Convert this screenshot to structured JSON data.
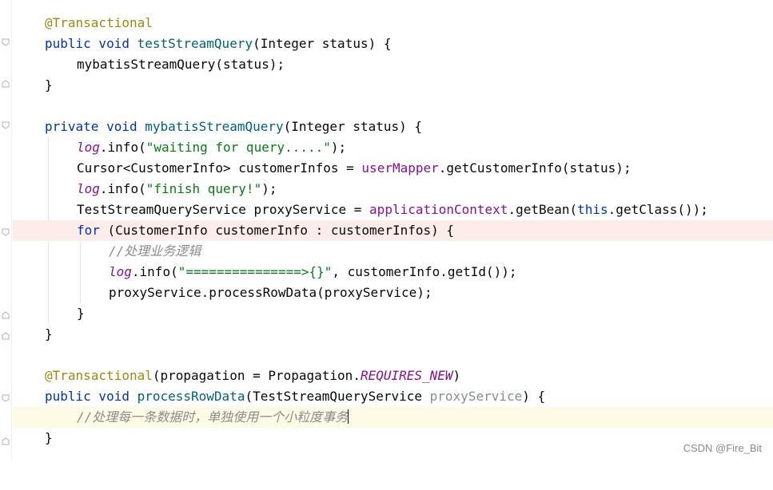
{
  "code_lines": {
    "l1": {
      "ann": "@Transactional"
    },
    "l2": {
      "kw": "public void ",
      "fn": "testStreamQuery",
      "rest": "(Integer status) {"
    },
    "l3": {
      "text": "mybatisStreamQuery(status);"
    },
    "l4": {
      "text": "}"
    },
    "l6": {
      "kw": "private void ",
      "fn": "mybatisStreamQuery",
      "rest": "(Integer status) {"
    },
    "l7": {
      "log": "log",
      "mid": ".info(",
      "str": "\"waiting for query.....\"",
      "end": ");"
    },
    "l8": {
      "pre": "Cursor<CustomerInfo> customerInfos = ",
      "fld": "userMapper",
      "end": ".getCustomerInfo(status);"
    },
    "l9": {
      "log": "log",
      "mid": ".info(",
      "str": "\"finish query!\"",
      "end": ");"
    },
    "l10": {
      "pre": "TestStreamQueryService proxyService = ",
      "fld": "applicationContext",
      "mid": ".getBean(",
      "kw": "this",
      "end": ".getClass());"
    },
    "l11": {
      "kw": "for ",
      "rest": "(CustomerInfo customerInfo : customerInfos) {"
    },
    "l12": {
      "cmt": "//处理业务逻辑"
    },
    "l13": {
      "log": "log",
      "mid": ".info(",
      "str": "\"===============>{}\"",
      "end": ", customerInfo.getId());"
    },
    "l14": {
      "text": "proxyService.processRowData(proxyService);"
    },
    "l15": {
      "text": "}"
    },
    "l16": {
      "text": "}"
    },
    "l18": {
      "ann": "@Transactional",
      "mid": "(propagation = Propagation.",
      "fldi": "REQUIRES_NEW",
      "end": ")"
    },
    "l19": {
      "kw": "public void ",
      "fn": "processRowData",
      "mid": "(TestStreamQueryService ",
      "gray": "proxyService",
      "end": ") {"
    },
    "l20": {
      "cmt": "//处理每一条数据时，单独使用一个小粒度事务"
    },
    "l21": {
      "text": "}"
    }
  },
  "watermark": "CSDN @Fire_Bit",
  "colors": {
    "keyword": "#0033b3",
    "method": "#00627a",
    "string": "#067d17",
    "field": "#871094",
    "annotation": "#9e880d",
    "comment": "#8c8c8c",
    "highlight_line": "#fcecea",
    "caret_line": "#fdfbe5"
  }
}
